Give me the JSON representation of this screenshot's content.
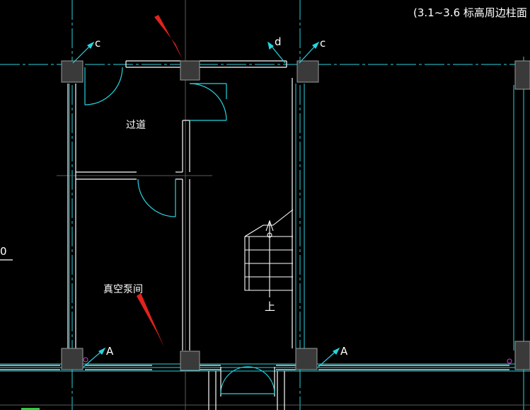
{
  "drawing": {
    "title_note": "(3.1~3.6 标高周边柱面",
    "rooms": {
      "corridor": "过道",
      "vacuum_pump_room": "真空泵间"
    },
    "section_marks": {
      "c_left": "c",
      "d": "d",
      "c_right": "c",
      "a_left": "A",
      "a_right": "A"
    },
    "stair_label": "上",
    "edge_fragment": "0"
  },
  "colors": {
    "background": "#000000",
    "wall_line": "#ffffff",
    "axis_line": "#27d4e0",
    "column_fill": "#3a3a3a",
    "annotation_arrow": "#e0231c",
    "text": "#ffffff"
  }
}
